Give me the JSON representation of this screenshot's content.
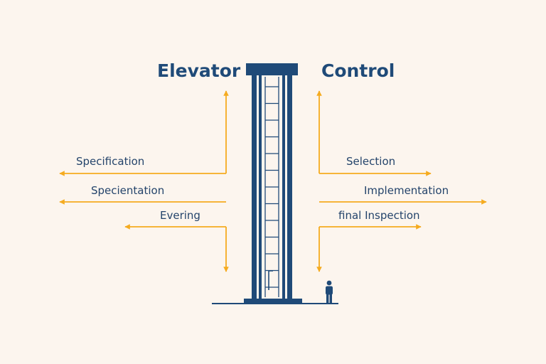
{
  "title": {
    "left_word": "Elevator",
    "right_word": "Control"
  },
  "labels": {
    "left": [
      "Specification",
      "Specientation",
      "Evering"
    ],
    "right": [
      "Selection",
      "Implementation",
      "final Inspection"
    ]
  },
  "colors": {
    "background": "#fcf5ee",
    "navy": "#1f4a78",
    "arrow": "#f5ab1f",
    "text": "#24446b"
  },
  "icons": {
    "shaft": "elevator-shaft-icon",
    "person": "person-icon"
  }
}
